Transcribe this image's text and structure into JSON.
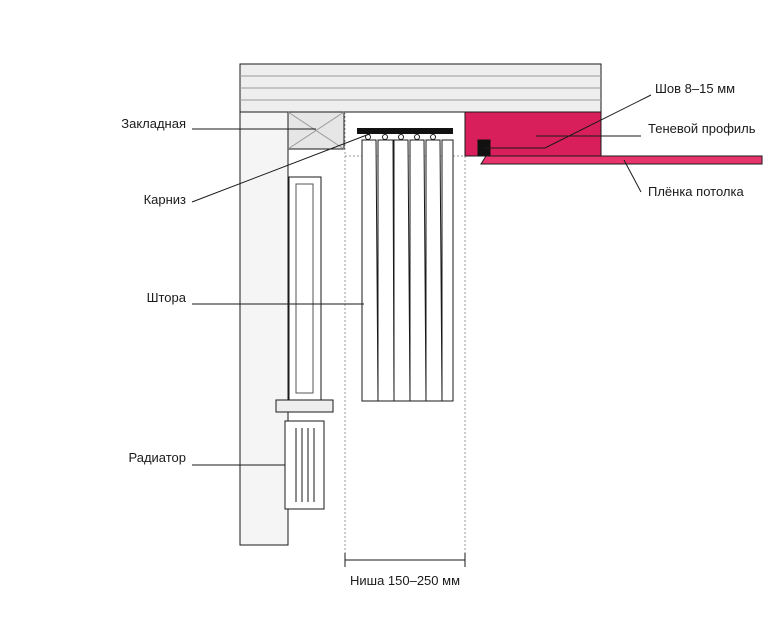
{
  "labels": {
    "zakladnaya": "Закладная",
    "karniz": "Карниз",
    "shtora": "Штора",
    "radiator": "Радиатор",
    "shov": "Шов 8–15 мм",
    "tenevoy": "Теневой профиль",
    "plenka": "Плёнка потолка",
    "nisha": "Ниша 150–250 мм"
  },
  "colors": {
    "stroke": "#1a1a1a",
    "shadow_profile": "#d81e5b",
    "ceiling_film": "#e8336d",
    "ceiling_slab": "#eeeeee",
    "wall": "#f5f5f5",
    "embedded_block": "#e6e6e6",
    "seam_block": "#111111",
    "dashed_guides": "#999999"
  },
  "curtain": {
    "pleat_count": 6
  }
}
